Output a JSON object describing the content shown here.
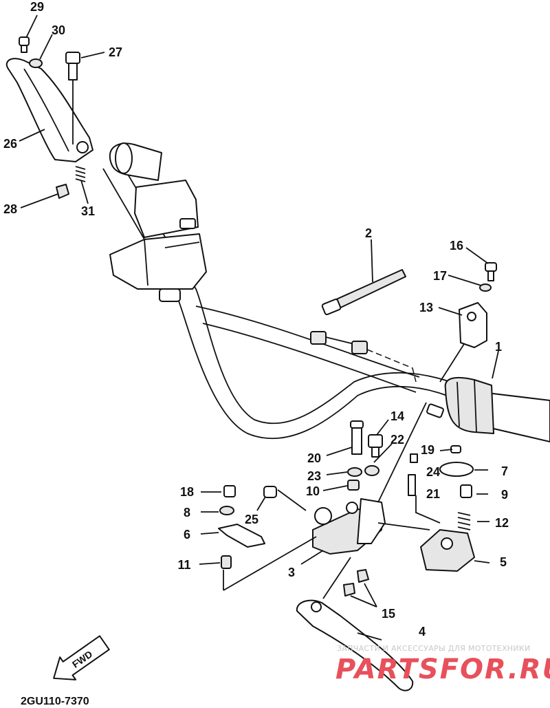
{
  "diagram": {
    "drawing_code": "2GU110-7370",
    "fwd_marker": "FWD",
    "watermark": {
      "tagline": "ЗАПЧАСТИ И АКСЕССУАРЫ ДЛЯ МОТОТЕХНИКИ",
      "brand": "PARTSFOR.RU",
      "color": "#e8505b"
    },
    "callouts": [
      {
        "id": "29",
        "text": "29"
      },
      {
        "id": "30",
        "text": "30"
      },
      {
        "id": "27",
        "text": "27"
      },
      {
        "id": "26",
        "text": "26"
      },
      {
        "id": "28",
        "text": "28"
      },
      {
        "id": "31",
        "text": "31"
      },
      {
        "id": "2",
        "text": "2"
      },
      {
        "id": "16",
        "text": "16"
      },
      {
        "id": "17",
        "text": "17"
      },
      {
        "id": "13",
        "text": "13"
      },
      {
        "id": "1",
        "text": "1"
      },
      {
        "id": "14",
        "text": "14"
      },
      {
        "id": "22",
        "text": "22"
      },
      {
        "id": "20",
        "text": "20"
      },
      {
        "id": "23",
        "text": "23"
      },
      {
        "id": "10",
        "text": "10"
      },
      {
        "id": "19",
        "text": "19"
      },
      {
        "id": "24",
        "text": "24"
      },
      {
        "id": "7",
        "text": "7"
      },
      {
        "id": "21",
        "text": "21"
      },
      {
        "id": "9",
        "text": "9"
      },
      {
        "id": "12",
        "text": "12"
      },
      {
        "id": "5",
        "text": "5"
      },
      {
        "id": "18",
        "text": "18"
      },
      {
        "id": "8",
        "text": "8"
      },
      {
        "id": "25",
        "text": "25"
      },
      {
        "id": "6",
        "text": "6"
      },
      {
        "id": "11",
        "text": "11"
      },
      {
        "id": "3",
        "text": "3"
      },
      {
        "id": "15",
        "text": "15"
      },
      {
        "id": "4",
        "text": "4"
      }
    ]
  }
}
